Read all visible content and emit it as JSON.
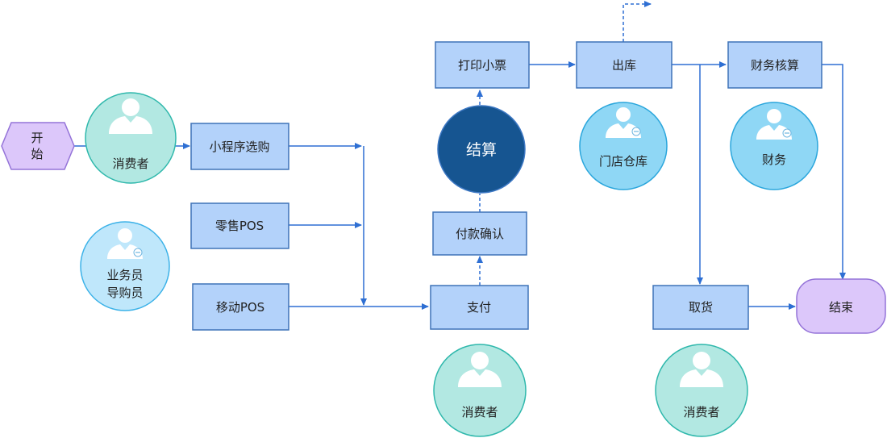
{
  "start": {
    "line1": "开",
    "line2": "始"
  },
  "end": {
    "label": "结束"
  },
  "boxes": {
    "mini_program": "小程序选购",
    "retail_pos": "零售POS",
    "mobile_pos": "移动POS",
    "payment": "支付",
    "payment_confirm": "付款确认",
    "print_receipt": "打印小票",
    "outbound": "出库",
    "finance_check": "财务核算",
    "pickup": "取货"
  },
  "settle": {
    "label": "结算"
  },
  "roles": {
    "consumer_left": "消费者",
    "sales_line1": "业务员",
    "sales_line2": "导购员",
    "consumer_mid": "消费者",
    "store_warehouse": "门店仓库",
    "finance": "财务",
    "consumer_right": "消费者"
  },
  "colors": {
    "box_fill": "#b3d2fa",
    "box_stroke": "#3f73b8",
    "arrow": "#2e6fd3",
    "teal_fill": "#b2e8e2",
    "teal_stroke": "#2fb8ac",
    "blue_fill": "#8fd7f5",
    "blue_stroke": "#2aa6dc",
    "sky_fill": "#bfe7fb",
    "sky_stroke": "#3cb2e8",
    "settle_fill": "#165591",
    "settle_stroke": "#3d78c4",
    "terminal_fill": "#dcc7fa",
    "terminal_stroke": "#9473d8"
  }
}
